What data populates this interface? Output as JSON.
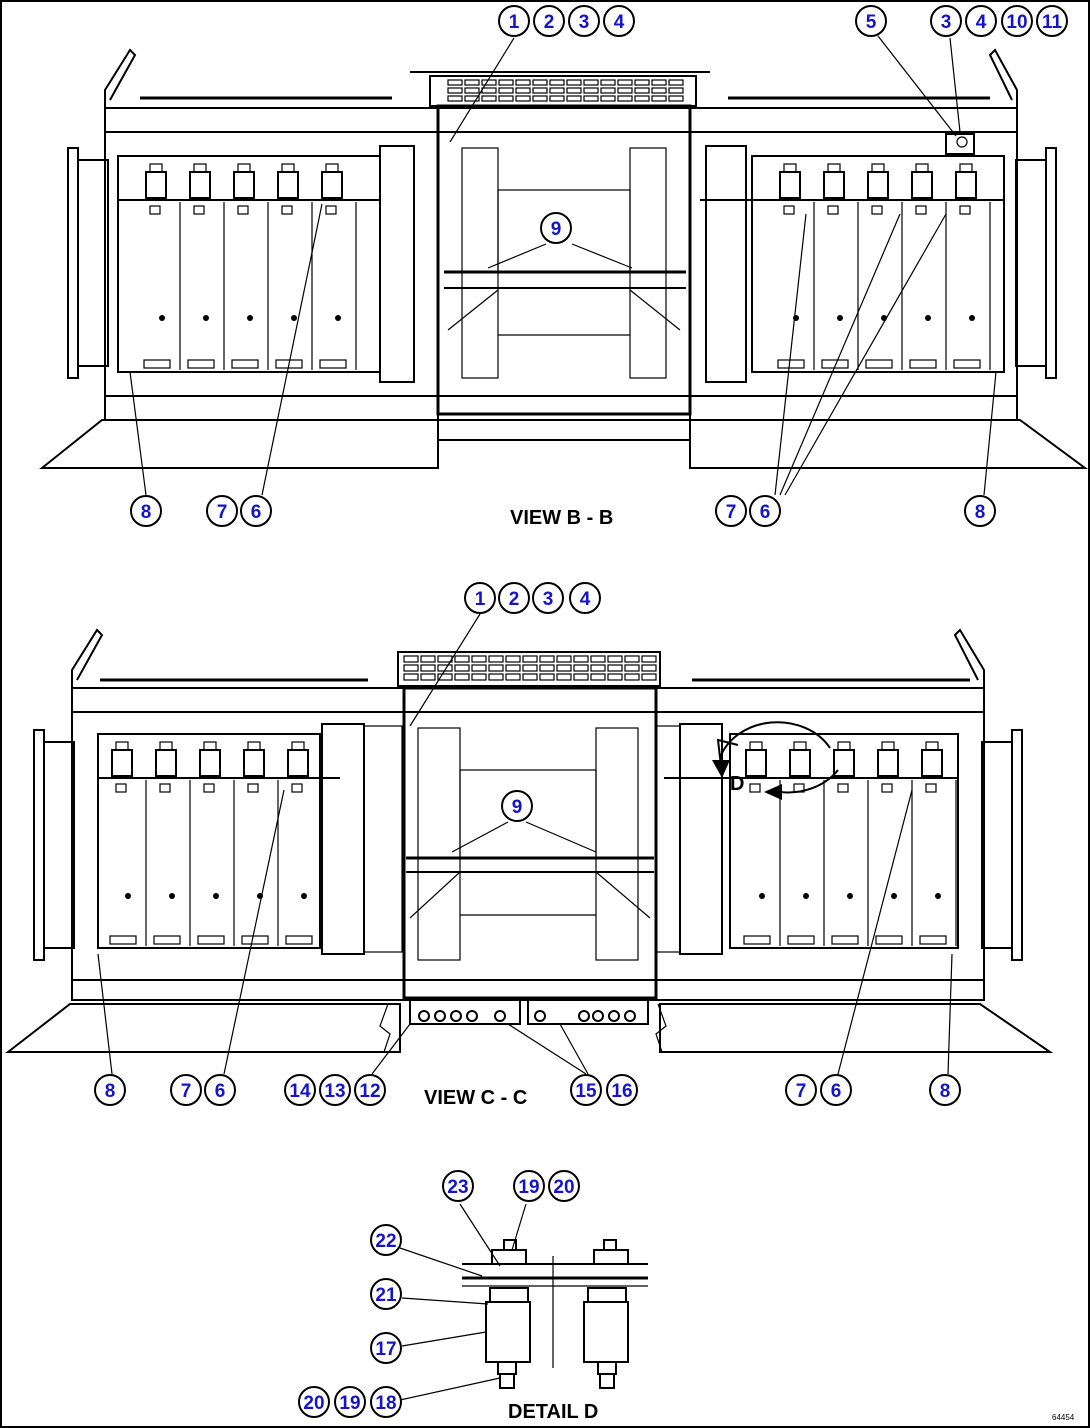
{
  "views": {
    "view_b": {
      "caption": "VIEW B - B",
      "callouts": {
        "top_left": [
          "1",
          "2",
          "3",
          "4"
        ],
        "top_right_a": "5",
        "top_right_b": [
          "3",
          "4",
          "10",
          "11"
        ],
        "center": "9",
        "bottom_left_outer": "8",
        "bottom_left_pair": [
          "7",
          "6"
        ],
        "bottom_right_pair": [
          "7",
          "6"
        ],
        "bottom_right_outer": "8"
      }
    },
    "view_c": {
      "caption": "VIEW C - C",
      "detail_marker": "D",
      "callouts": {
        "top": [
          "1",
          "2",
          "3",
          "4"
        ],
        "center": "9",
        "bottom_left_outer": "8",
        "bottom_left_pair": [
          "7",
          "6"
        ],
        "bottom_mid_left": [
          "14",
          "13",
          "12"
        ],
        "bottom_mid_right": [
          "15",
          "16"
        ],
        "bottom_right_pair": [
          "7",
          "6"
        ],
        "bottom_right_outer": "8"
      }
    },
    "detail_d": {
      "caption": "DETAIL D",
      "callouts": {
        "top": [
          "23"
        ],
        "top_right": [
          "19",
          "20"
        ],
        "left_1": "22",
        "left_2": "21",
        "left_3": "17",
        "bottom": [
          "20",
          "19",
          "18"
        ]
      }
    }
  },
  "figure_code": "64454"
}
